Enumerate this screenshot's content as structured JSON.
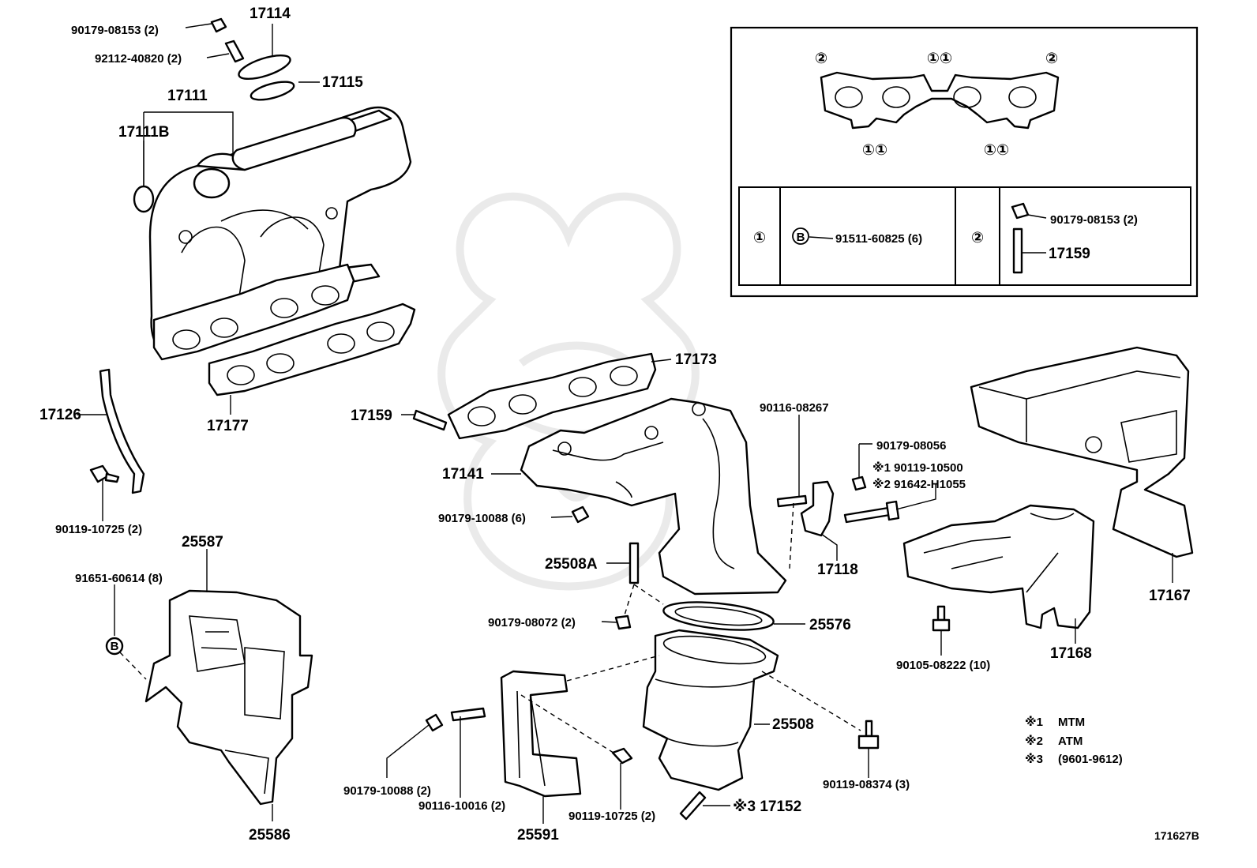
{
  "diagram": {
    "ref_code": "171627B",
    "labels": {
      "p90179_08153": "90179-08153 (2)",
      "p17114": "17114",
      "p92112_40820": "92112-40820 (2)",
      "p17115": "17115",
      "p17111": "17111",
      "p17111B": "17111B",
      "p17126": "17126",
      "p17177": "17177",
      "p90119_10725a": "90119-10725 (2)",
      "p25587": "25587",
      "p91651_60614": "91651-60614 (8)",
      "pB": "B",
      "p25586": "25586",
      "p17173": "17173",
      "p17159": "17159",
      "p17141": "17141",
      "p90179_10088a": "90179-10088 (6)",
      "p25508A": "25508A",
      "p90179_08072": "90179-08072 (2)",
      "p25576": "25576",
      "p90116_08267": "90116-08267",
      "p90179_08056": "90179-08056",
      "p90119_10500": "※1 90119-10500",
      "p91642_H1055": "※2 91642-H1055",
      "p17118": "17118",
      "p25508": "25508",
      "p90119_08374": "90119-08374 (3)",
      "p90179_10088b": "90179-10088 (2)",
      "p90116_10016": "90116-10016 (2)",
      "p25591": "25591",
      "p90119_10725b": "90119-10725 (2)",
      "p17152": "※3 17152",
      "p17167": "17167",
      "p17168": "17168",
      "p90105_08222": "90105-08222 (10)"
    },
    "notes": [
      {
        "key": "※1",
        "text": "MTM"
      },
      {
        "key": "※2",
        "text": "ATM"
      },
      {
        "key": "※3",
        "text": "(9601-9612)"
      }
    ],
    "inset": {
      "gasket_marks_top": [
        "②",
        "①①",
        "②"
      ],
      "gasket_marks_bottom": [
        "①①",
        "①①"
      ],
      "table": {
        "c1_mark": "①",
        "c1_symbol": "B",
        "c1_part": "91511-60825 (6)",
        "c2_mark": "②",
        "c2_part_a": "90179-08153 (2)",
        "c2_part_b": "17159"
      }
    }
  }
}
